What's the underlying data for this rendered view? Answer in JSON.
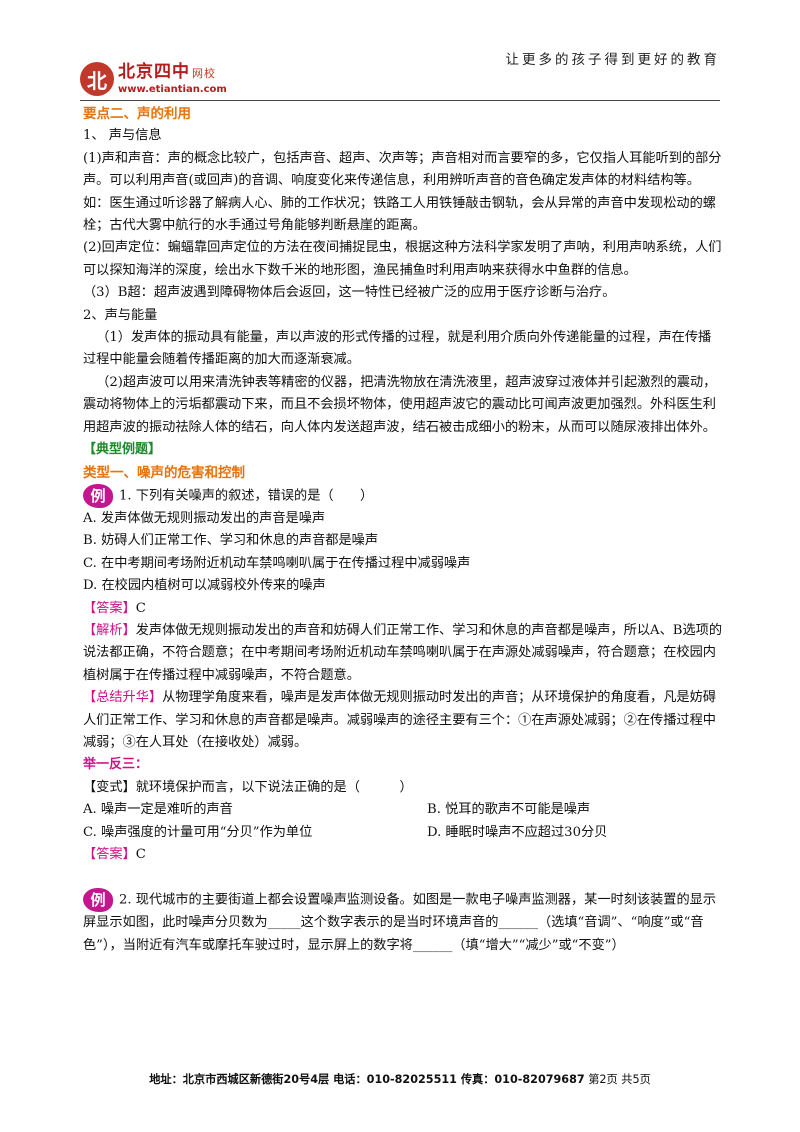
{
  "header": {
    "logo_mark": "北",
    "logo_name": "北京四中",
    "logo_sub": "网校",
    "logo_url": "www.etiantian.com",
    "slogan": "让更多的孩子得到更好的教育"
  },
  "section": {
    "title": "要点二、声的利用",
    "s1_title": "1、 声与信息",
    "s1_p1": "(1)声和声音：声的概念比较广，包括声音、超声、次声等；声音相对而言要窄的多，它仅指人耳能听到的部分声。可以利用声音(或回声)的音调、响度变化来传递信息，利用辨听声音的音色确定发声体的材料结构等。如：医生通过听诊器了解病人心、肺的工作状况；铁路工人用铁锤敲击钢轨，会从异常的声音中发现松动的螺栓；古代大雾中航行的水手通过号角能够判断悬崖的距离。",
    "s1_p2": "(2)回声定位：蝙蝠靠回声定位的方法在夜间捕捉昆虫，根据这种方法科学家发明了声呐，利用声呐系统，人们可以探知海洋的深度，绘出水下数千米的地形图，渔民捕鱼时利用声呐来获得水中鱼群的信息。",
    "s1_p3": "（3）B超：超声波遇到障碍物体后会返回，这一特性已经被广泛的应用于医疗诊断与治疗。",
    "s2_title": "2、声与能量",
    "s2_p1": "（1）发声体的振动具有能量，声以声波的形式传播的过程，就是利用介质向外传递能量的过程，声在传播过程中能量会随着传播距离的加大而逐渐衰减。",
    "s2_p2": "（2)超声波可以用来清洗钟表等精密的仪器，把清洗物放在清洗液里，超声波穿过液体并引起激烈的震动，震动将物体上的污垢都震动下来，而且不会损坏物体，使用超声波它的震动比可闻声波更加强烈。外科医生利用超声波的振动祛除人体的结石，向人体内发送超声波，结石被击成细小的粉末，从而可以随尿液排出体外。"
  },
  "examples_heading": "【典型例题】",
  "type1_title": "类型一、噪声的危害和控制",
  "badge": "例",
  "q1": {
    "stem": "1. 下列有关噪声的叙述，错误的是（　　）",
    "options": [
      "A. 发声体做无规则振动发出的声音是噪声",
      "B. 妨碍人们正常工作、学习和休息的声音都是噪声",
      "C. 在中考期间考场附近机动车禁鸣喇叭属于在传播过程中减弱噪声",
      "D. 在校园内植树可以减弱校外传来的噪声"
    ],
    "answer_tag": "【答案】",
    "answer": "C",
    "analysis_tag": "【解析】",
    "analysis": "发声体做无规则振动发出的声音和妨碍人们正常工作、学习和休息的声音都是噪声，所以A、B选项的说法都正确，不符合题意；在中考期间考场附近机动车禁鸣喇叭属于在声源处减弱噪声，符合题意；在校园内植树属于在传播过程中减弱噪声，不符合题意。",
    "summary_tag": "【总结升华】",
    "summary": "从物理学角度来看，噪声是发声体做无规则振动时发出的声音；从环境保护的角度看，凡是妨碍人们正常工作、学习和休息的声音都是噪声。减弱噪声的途径主要有三个：①在声源处减弱；②在传播过程中减弱；③在人耳处（在接收处）减弱。"
  },
  "variant": {
    "heading": "举一反三：",
    "stem": "【变式】就环境保护而言，以下说法正确的是（　　　）",
    "options": [
      "A. 噪声一定是难听的声音",
      "B. 悦耳的歌声不可能是噪声",
      "C. 噪声强度的计量可用“分贝”作为单位",
      "D. 睡眠时噪声不应超过30分贝"
    ],
    "answer_tag": "【答案】",
    "answer": "C"
  },
  "q2": {
    "stem": "2. 现代城市的主要街道上都会设置噪声监测设备。如图是一款电子噪声监测器，某一时刻该装置的显示屏显示如图，此时噪声分贝数为_____这个数字表示的是当时环境声音的______（选填“音调”、“响度”或“音色”），当附近有汽车或摩托车驶过时，显示屏上的数字将______（填“增大”“减少”或“不变”）"
  },
  "footer": {
    "address": "地址：北京市西城区新德街20号4层 电话：010-82025511 传真：010-82079687",
    "page": "第2页 共5页"
  }
}
